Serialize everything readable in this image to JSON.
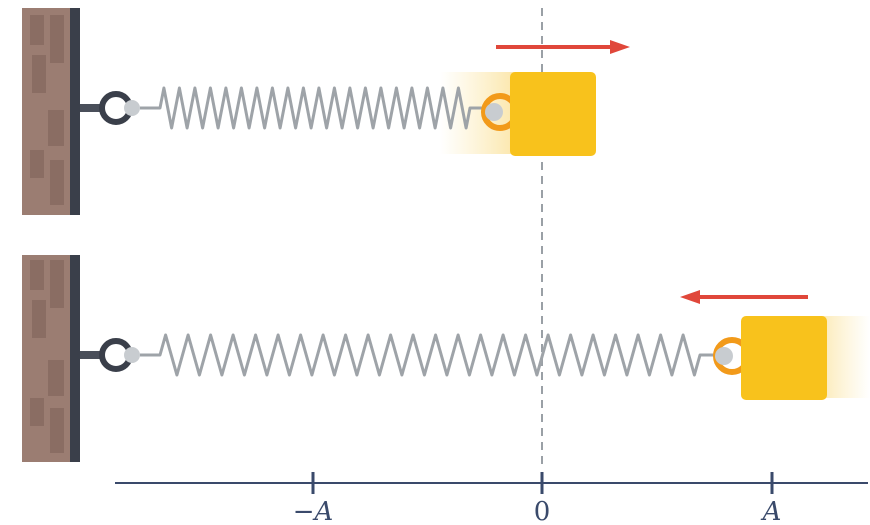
{
  "axis": {
    "ticks": [
      {
        "id": "neg",
        "label": "−A"
      },
      {
        "id": "zero",
        "label": "0"
      },
      {
        "id": "pos",
        "label": "A"
      }
    ]
  },
  "systems": [
    {
      "id": "top",
      "block_position": "0",
      "velocity_direction": "right"
    },
    {
      "id": "bottom",
      "block_position": "A",
      "velocity_direction": "left"
    }
  ],
  "colors": {
    "wall": "#9b7d72",
    "brick": "#8a6d63",
    "wall_edge": "#3a3f4a",
    "spring": "#9ea3a8",
    "block": "#f8c21c",
    "hook": "#f29a1a",
    "arrow": "#e0473a",
    "axis": "#3a4a6b",
    "center_line": "#9aa0a6"
  }
}
